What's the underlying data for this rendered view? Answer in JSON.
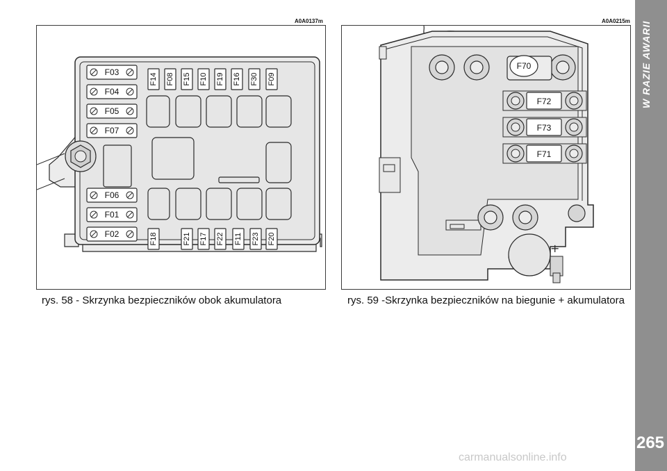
{
  "figure_left": {
    "code": "A0A0137m",
    "caption": "rys. 58 - Skrzynka bezpieczników obok akumulatora",
    "fuses_left_column_top": [
      "F03",
      "F04",
      "F05",
      "F07"
    ],
    "fuses_left_column_bottom": [
      "F06",
      "F01",
      "F02"
    ],
    "fuses_top_row": [
      "F14",
      "F08",
      "F15",
      "F10",
      "F19",
      "F16",
      "F30",
      "F09"
    ],
    "fuses_bottom_row": [
      "F18",
      "F21",
      "F17",
      "F22",
      "F11",
      "F23",
      "F20"
    ]
  },
  "figure_right": {
    "code": "A0A0215m",
    "caption": "rys. 59 -Skrzynka bezpieczników na biegunie + akumulatora",
    "fuses": [
      "F70",
      "F72",
      "F73",
      "F71"
    ]
  },
  "sidebar": {
    "section_title": "W RAZIE AWARII",
    "page_number": "265"
  },
  "watermark": "carmanualsonline.info",
  "colors": {
    "sidebar": "#8f8f8f",
    "diagram_fill": "#ececec",
    "line": "#2a2a2a"
  }
}
